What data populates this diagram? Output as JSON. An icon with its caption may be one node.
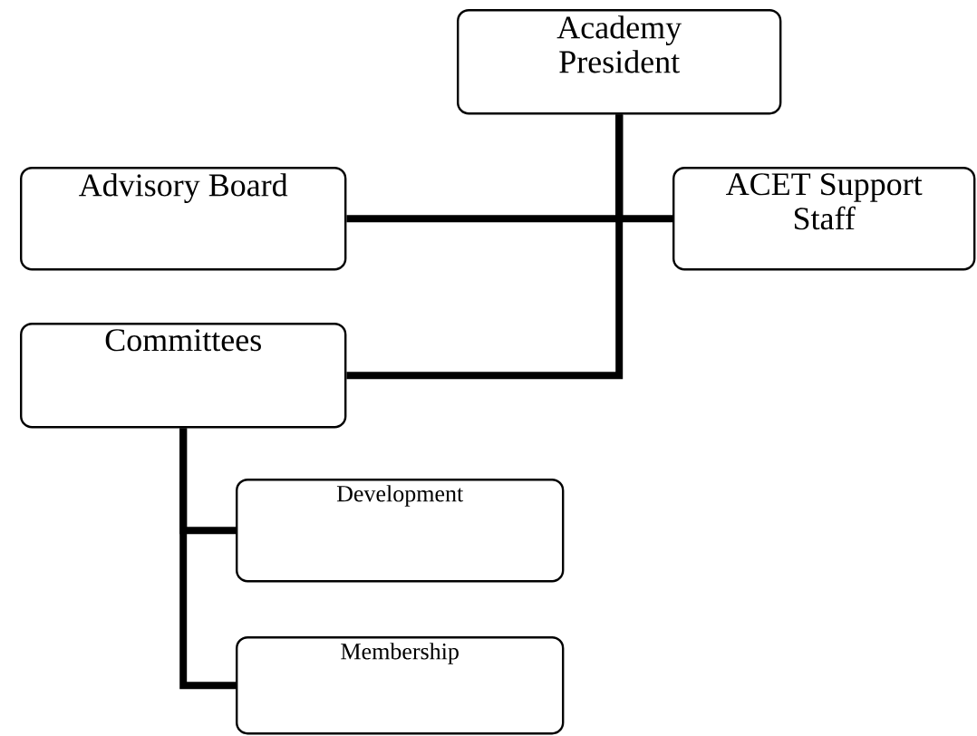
{
  "diagram": {
    "nodes": [
      {
        "text": [
          "Academy President"
        ]
      },
      {
        "text": [
          "Advisory Board"
        ]
      },
      {
        "text": [
          "ACET Support Staff"
        ]
      },
      {
        "text": [
          "Committees"
        ]
      },
      {
        "text": [
          "Development"
        ]
      },
      {
        "text": [
          "Membership"
        ]
      }
    ],
    "edges": [
      {
        "from": 0,
        "to": 1,
        "arrow": "none"
      },
      {
        "from": 0,
        "to": 2,
        "arrow": "none"
      },
      {
        "from": 0,
        "to": 3,
        "arrow": "none"
      },
      {
        "from": 3,
        "to": 4,
        "arrow": "none"
      },
      {
        "from": 3,
        "to": 5,
        "arrow": "none"
      }
    ]
  }
}
